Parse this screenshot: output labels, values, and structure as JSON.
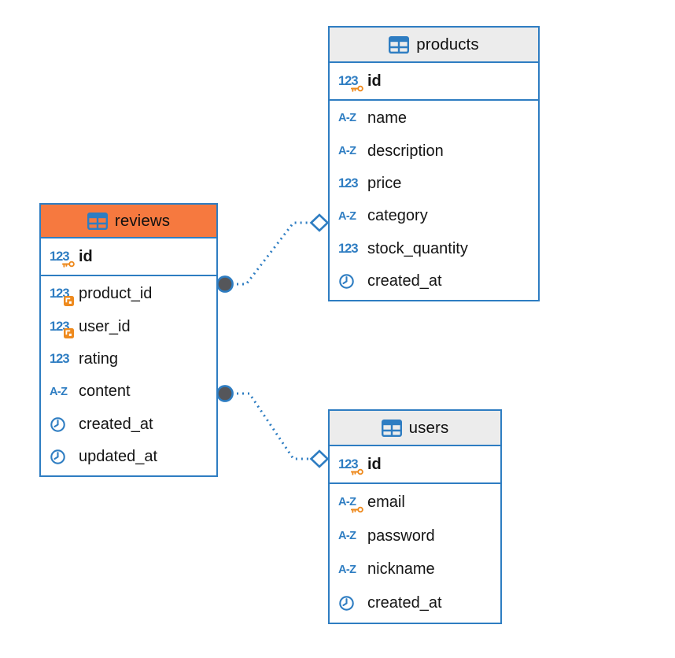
{
  "diagram": {
    "title": "database-er-diagram",
    "tables": [
      {
        "name": "products",
        "header_variant": "gray",
        "icon": "table-grid-icon",
        "columns": [
          {
            "name": "id",
            "type_icon": "number",
            "primary_key": true
          },
          {
            "name": "name",
            "type_icon": "text"
          },
          {
            "name": "description",
            "type_icon": "text"
          },
          {
            "name": "price",
            "type_icon": "number"
          },
          {
            "name": "category",
            "type_icon": "text"
          },
          {
            "name": "stock_quantity",
            "type_icon": "number"
          },
          {
            "name": "created_at",
            "type_icon": "datetime"
          }
        ]
      },
      {
        "name": "reviews",
        "header_variant": "orange",
        "icon": "table-grid-icon",
        "columns": [
          {
            "name": "id",
            "type_icon": "number",
            "primary_key": true
          },
          {
            "name": "product_id",
            "type_icon": "number",
            "foreign_key": true
          },
          {
            "name": "user_id",
            "type_icon": "number",
            "foreign_key": true
          },
          {
            "name": "rating",
            "type_icon": "number"
          },
          {
            "name": "content",
            "type_icon": "text"
          },
          {
            "name": "created_at",
            "type_icon": "datetime"
          },
          {
            "name": "updated_at",
            "type_icon": "datetime"
          }
        ]
      },
      {
        "name": "users",
        "header_variant": "gray",
        "icon": "table-grid-icon",
        "columns": [
          {
            "name": "id",
            "type_icon": "number",
            "primary_key": true
          },
          {
            "name": "email",
            "type_icon": "text",
            "unique_key": true
          },
          {
            "name": "password",
            "type_icon": "text"
          },
          {
            "name": "nickname",
            "type_icon": "text"
          },
          {
            "name": "created_at",
            "type_icon": "datetime"
          }
        ]
      }
    ],
    "relationships": [
      {
        "from_table": "reviews",
        "from_column": "product_id",
        "to_table": "products",
        "to_column": "id",
        "from_marker": "filled-circle",
        "to_marker": "open-diamond",
        "line_style": "dotted"
      },
      {
        "from_table": "reviews",
        "from_column": "user_id",
        "to_table": "users",
        "to_column": "id",
        "from_marker": "filled-circle",
        "to_marker": "open-diamond",
        "line_style": "dotted"
      }
    ],
    "colors": {
      "accent_blue": "#2e7dc2",
      "header_gray": "#ececec",
      "header_orange": "#f6793f",
      "icon_orange": "#ee8a1e",
      "marker_gray": "#55565a",
      "column_text": "#141414",
      "canvas_background": "#ffffff"
    }
  }
}
